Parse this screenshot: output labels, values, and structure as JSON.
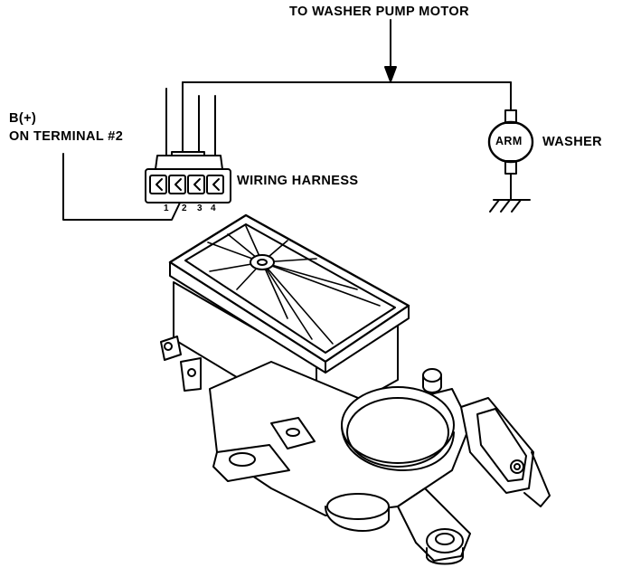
{
  "labels": {
    "pump": "TO WASHER PUMP MOTOR",
    "bplus": "B(+)",
    "terminal": "ON TERMINAL #2",
    "harness": "WIRING HARNESS",
    "washer": "WASHER",
    "arm": "ARM"
  },
  "terminals": [
    "1",
    "2",
    "3",
    "4"
  ],
  "colors": {
    "ink": "#000000",
    "paper": "#ffffff"
  }
}
